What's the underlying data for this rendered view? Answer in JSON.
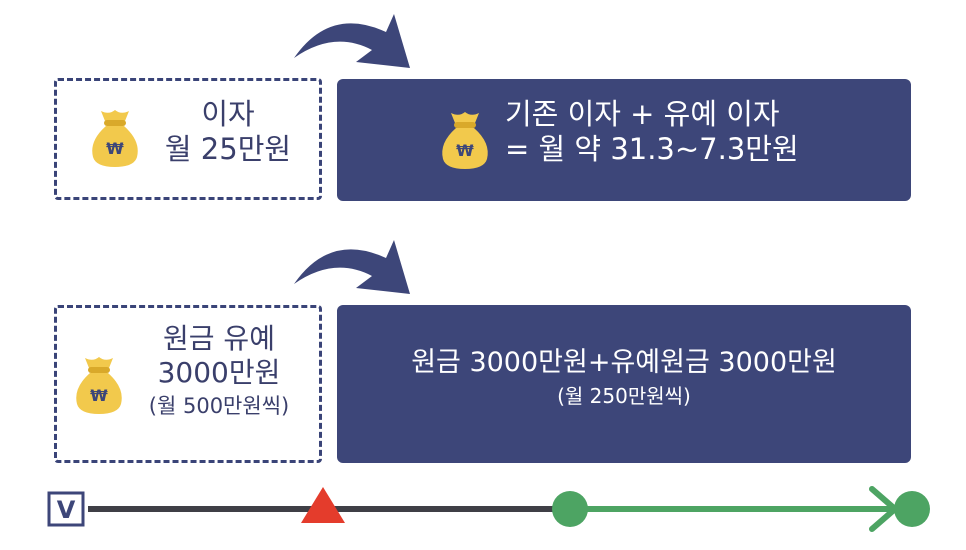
{
  "row1": {
    "left_line1": "이자",
    "left_line2": "월 25만원",
    "right_line1": "기존 이자 + 유예 이자",
    "right_line2": "= 월 약 31.3~7.3만원"
  },
  "row2": {
    "left_line1": "원금 유예",
    "left_line2": "3000만원",
    "left_line3": "(월 500만원씩)",
    "right_line1": "원금 3000만원+유예원금 3000만원",
    "right_line2": "(월 250만원씩)"
  },
  "timeline": {
    "start_marker": "V"
  },
  "colors": {
    "navy": "#3d4679",
    "bag": "#f2c94c",
    "bag_dark": "#d9a92a",
    "line_dark": "#3f3f46",
    "triangle": "#e43c2c",
    "green": "#4da463"
  },
  "icons": [
    "money-bag-icon",
    "curved-arrow-icon",
    "triangle-marker-icon",
    "circle-node-icon",
    "chevron-right-icon"
  ]
}
